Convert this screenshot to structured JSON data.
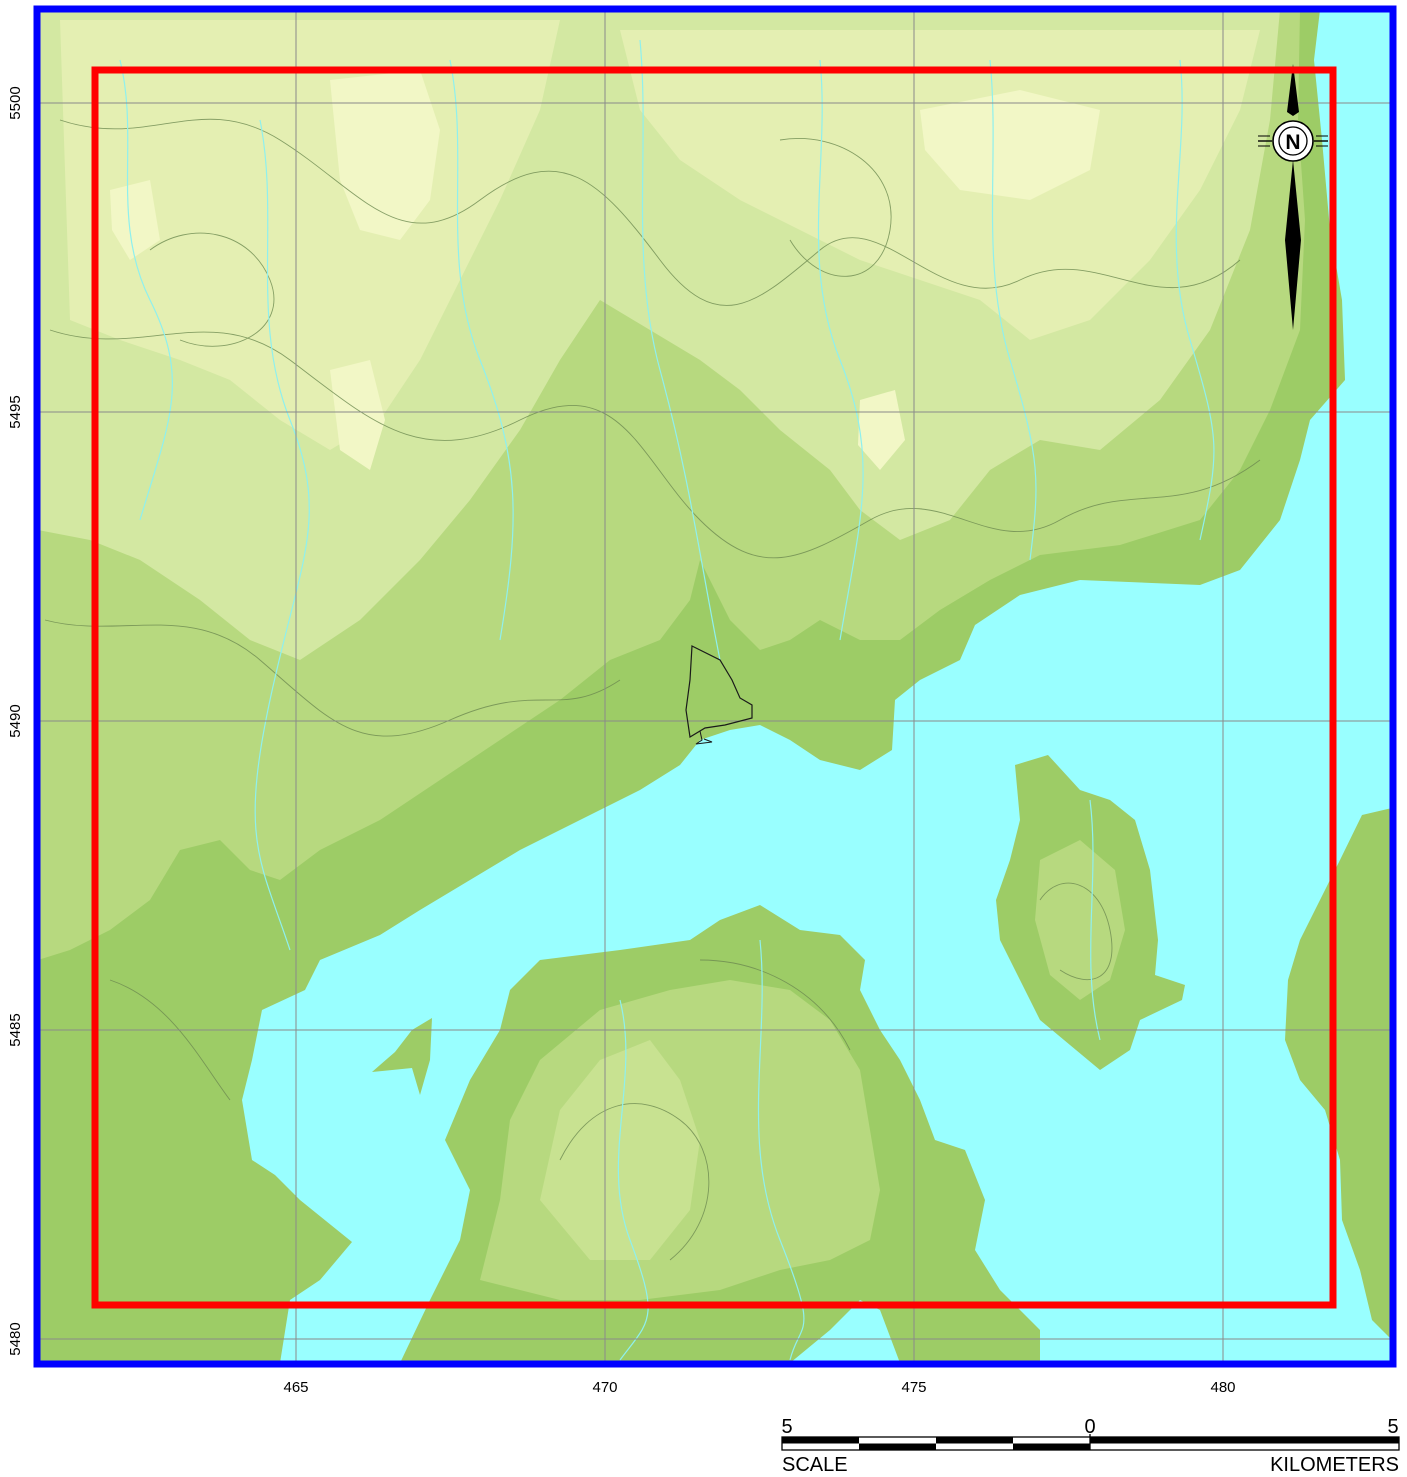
{
  "map": {
    "colors": {
      "water": "#99ffff",
      "land_low": "#9dcc66",
      "land_mid": "#b7d97f",
      "land_high": "#d3e8a2",
      "land_peak": "#f2f7c6",
      "contour": "#6d8a50",
      "stream": "#8ff0ee",
      "grid": "#8a8a8a",
      "outer_frame": "#0000ff",
      "study_area": "#ff0000"
    },
    "x_ticks": [
      "465",
      "470",
      "475",
      "480"
    ],
    "y_ticks": [
      "5500",
      "5495",
      "5490",
      "5485",
      "5480"
    ],
    "north_arrow": {
      "icon": "north-arrow-icon",
      "letter": "N"
    },
    "scale_bar": {
      "left_value": "5",
      "center_value": "0",
      "right_value": "5",
      "left_label": "SCALE",
      "right_label": "KILOMETERS"
    }
  }
}
